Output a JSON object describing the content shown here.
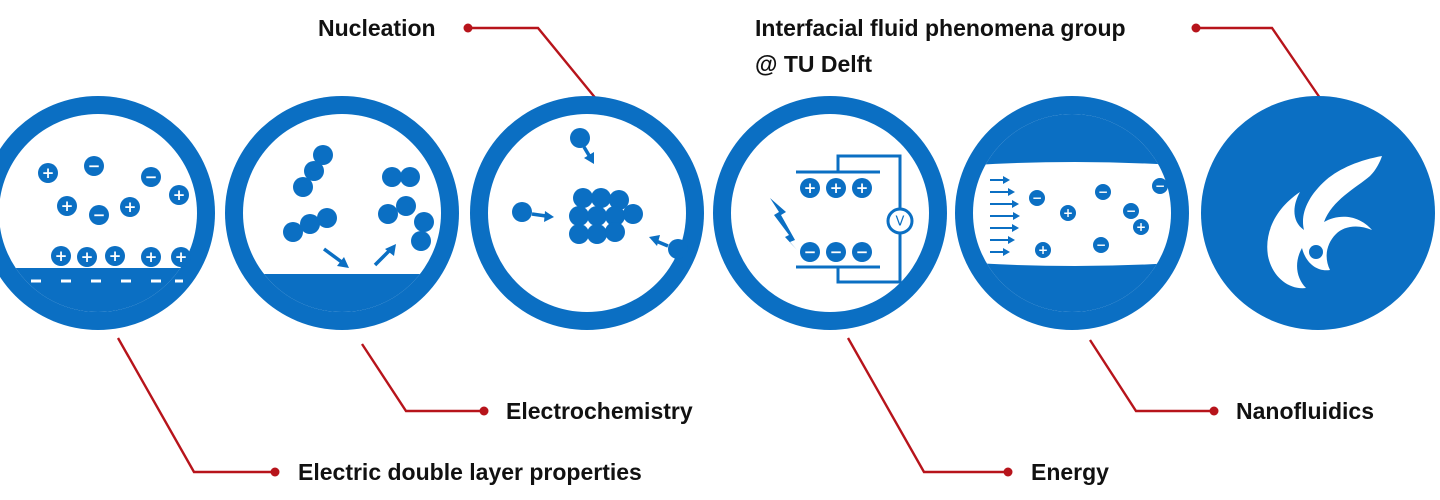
{
  "labels": {
    "electric_double_layer": "Electric double layer properties",
    "electrochemistry": "Electrochemistry",
    "nucleation": "Nucleation",
    "energy": "Energy",
    "nanofluidics": "Nanofluidics",
    "group_line1": "Interfacial fluid phenomena group",
    "group_line2": "@ TU Delft"
  },
  "symbols": {
    "plus": "+",
    "minus": "−",
    "voltmeter": "V"
  },
  "colors": {
    "brand_blue": "#0b6fc3",
    "leader_red": "#b7141b",
    "text": "#111111",
    "background": "#ffffff"
  }
}
